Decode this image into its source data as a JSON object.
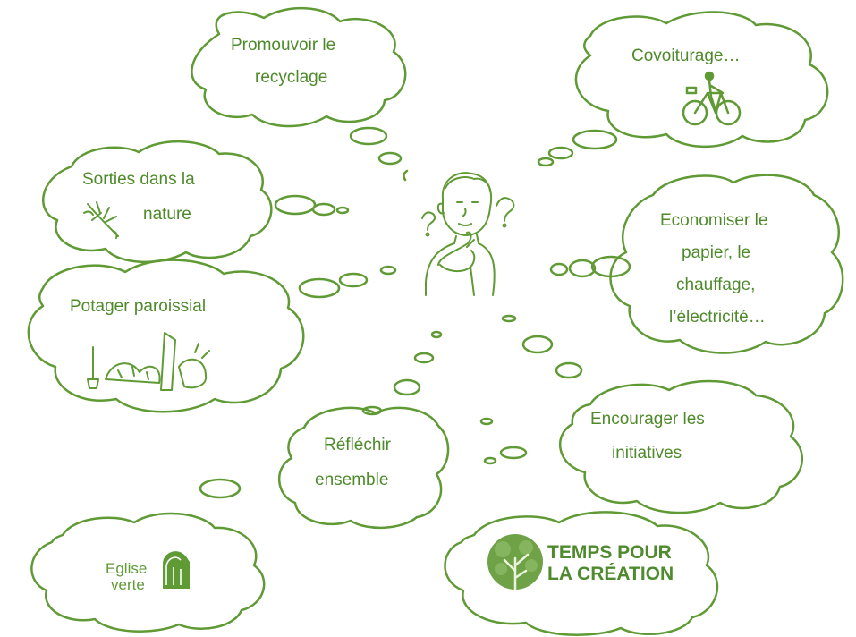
{
  "clouds": {
    "recyclage": {
      "line1": "Promouvoir le",
      "line2": "recyclage"
    },
    "covoiturage": {
      "line1": "Covoiturage…"
    },
    "sorties": {
      "line1": "Sorties dans la",
      "line2": "nature"
    },
    "economiser": {
      "line1": "Economiser le",
      "line2": "papier, le",
      "line3": "chauffage,",
      "line4": "l’électricité…"
    },
    "potager": {
      "line1": "Potager paroissial"
    },
    "reflechir": {
      "line1": "Réfléchir",
      "line2": "ensemble"
    },
    "initiatives": {
      "line1": "Encourager les",
      "line2": "initiatives"
    },
    "eglise": {
      "word1": "Eglise",
      "word2": "verte"
    },
    "temps": {
      "line1": "TEMPS POUR",
      "line2": "LA CRÉATION"
    }
  },
  "colors": {
    "stroke": "#5f9a35",
    "text": "#4d8a2a",
    "brand": "#4f8a2e"
  },
  "icons": [
    "bicycle-icon",
    "herb-icon",
    "garden-tools-icon",
    "thinking-person-icon",
    "question-mark-icon",
    "tree-icon",
    "church-window-icon"
  ]
}
